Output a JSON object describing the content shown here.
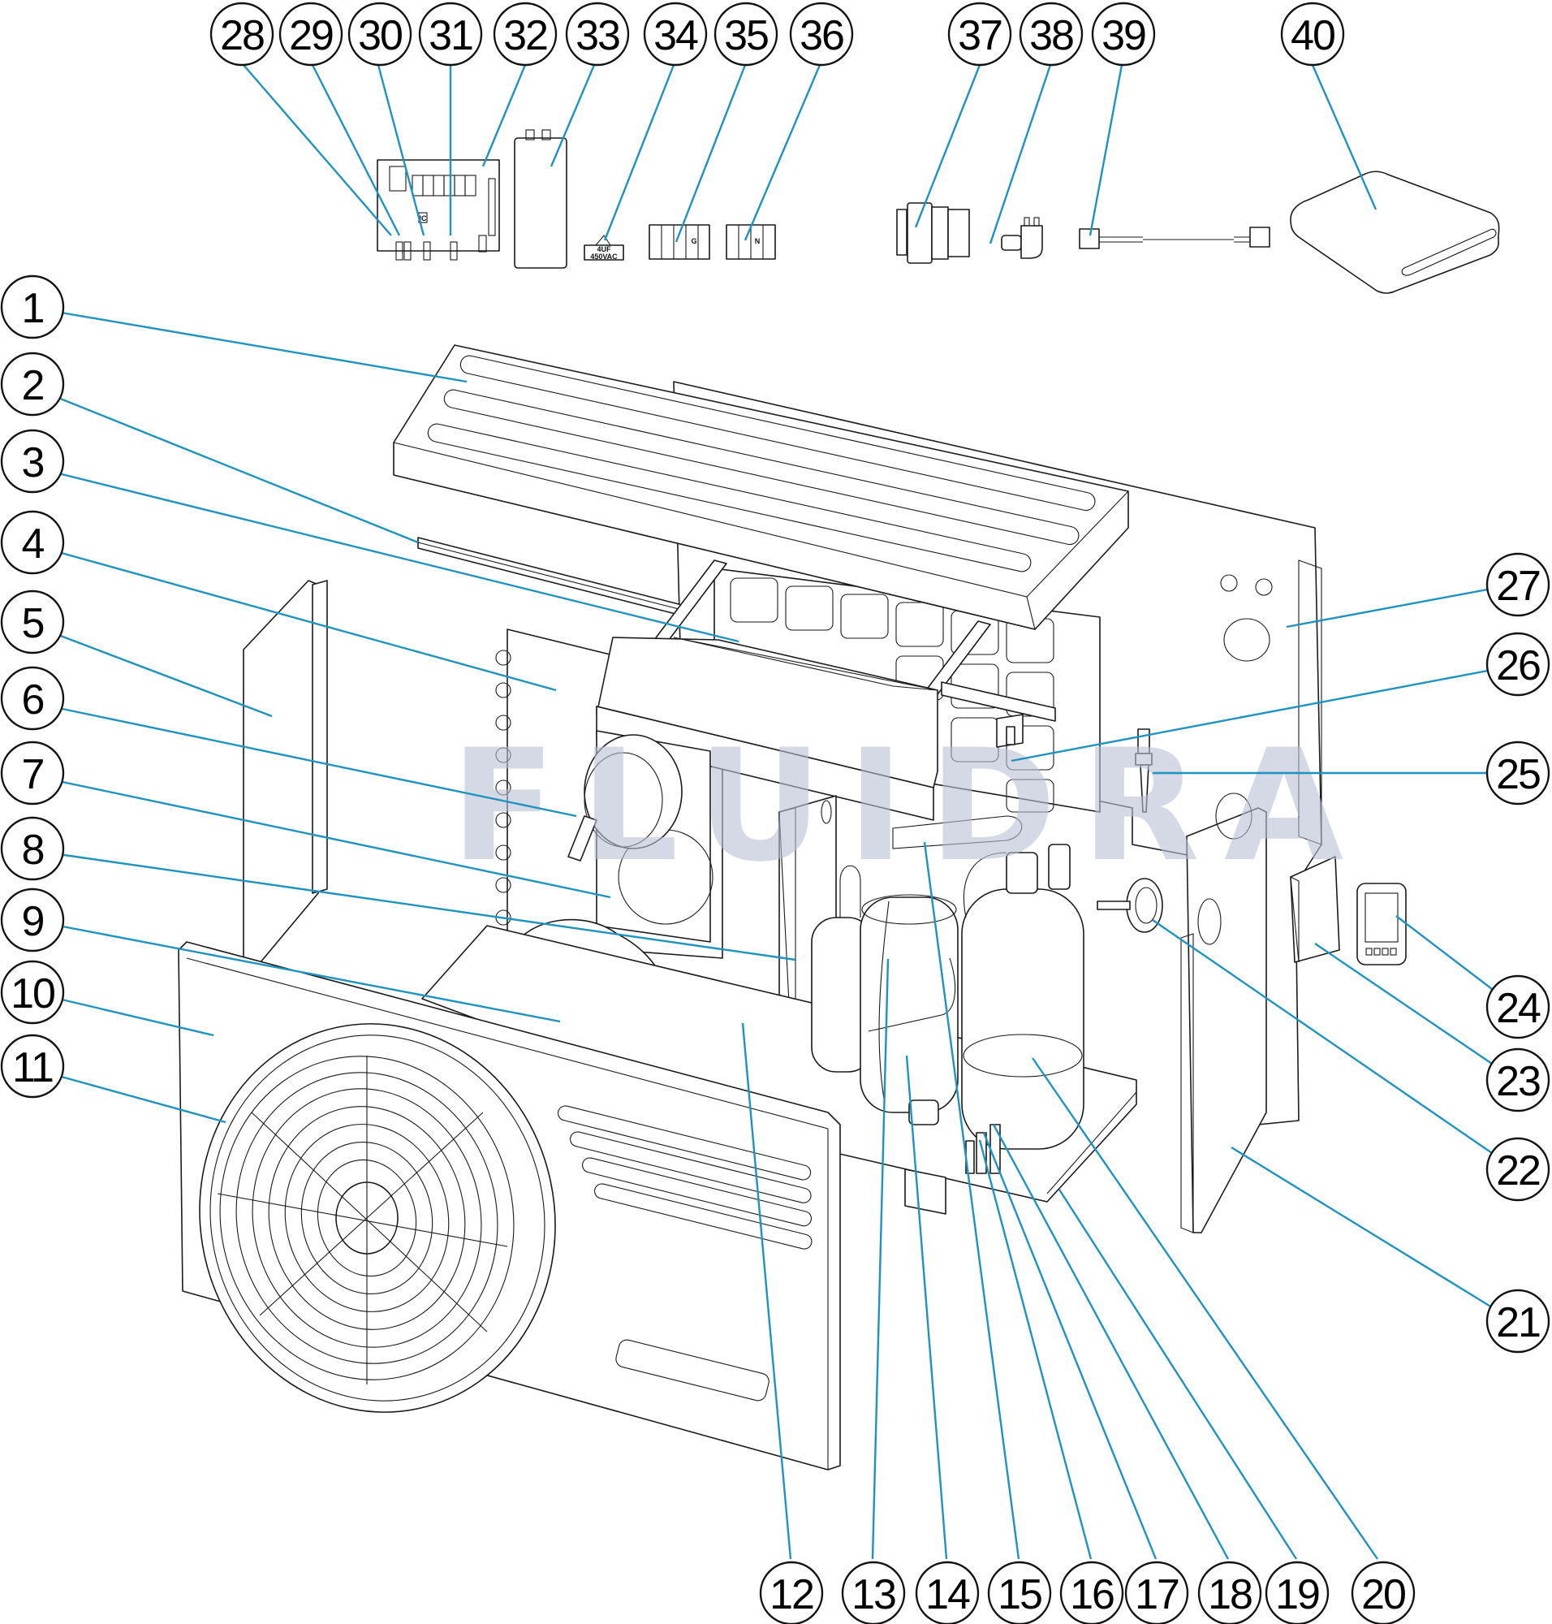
{
  "watermark": "FLUIDRA",
  "colors": {
    "leader": "#1f93c0",
    "watermark": "#ccd0e0",
    "outline": "#1a1a1a"
  },
  "capacitor_small": {
    "line1": "4UF",
    "line2": "450VAC"
  },
  "controller_board": {
    "chip_label": "IC"
  },
  "terminal_blocks": {
    "block1_mark": "G",
    "block2_mark": "N"
  },
  "callouts": [
    {
      "id": "1",
      "label": "1"
    },
    {
      "id": "2",
      "label": "2"
    },
    {
      "id": "3",
      "label": "3"
    },
    {
      "id": "4",
      "label": "4"
    },
    {
      "id": "5",
      "label": "5"
    },
    {
      "id": "6",
      "label": "6"
    },
    {
      "id": "7",
      "label": "7"
    },
    {
      "id": "8",
      "label": "8"
    },
    {
      "id": "9",
      "label": "9"
    },
    {
      "id": "10",
      "label": "10"
    },
    {
      "id": "11",
      "label": "11"
    },
    {
      "id": "12",
      "label": "12"
    },
    {
      "id": "13",
      "label": "13"
    },
    {
      "id": "14",
      "label": "14"
    },
    {
      "id": "15",
      "label": "15"
    },
    {
      "id": "16",
      "label": "16"
    },
    {
      "id": "17",
      "label": "17"
    },
    {
      "id": "18",
      "label": "18"
    },
    {
      "id": "19",
      "label": "19"
    },
    {
      "id": "20",
      "label": "20"
    },
    {
      "id": "21",
      "label": "21"
    },
    {
      "id": "22",
      "label": "22"
    },
    {
      "id": "23",
      "label": "23"
    },
    {
      "id": "24",
      "label": "24"
    },
    {
      "id": "25",
      "label": "25"
    },
    {
      "id": "26",
      "label": "26"
    },
    {
      "id": "27",
      "label": "27"
    },
    {
      "id": "28",
      "label": "28"
    },
    {
      "id": "29",
      "label": "29"
    },
    {
      "id": "30",
      "label": "30"
    },
    {
      "id": "31",
      "label": "31"
    },
    {
      "id": "32",
      "label": "32"
    },
    {
      "id": "33",
      "label": "33"
    },
    {
      "id": "34",
      "label": "34"
    },
    {
      "id": "35",
      "label": "35"
    },
    {
      "id": "36",
      "label": "36"
    },
    {
      "id": "37",
      "label": "37"
    },
    {
      "id": "38",
      "label": "38"
    },
    {
      "id": "39",
      "label": "39"
    },
    {
      "id": "40",
      "label": "40"
    }
  ]
}
